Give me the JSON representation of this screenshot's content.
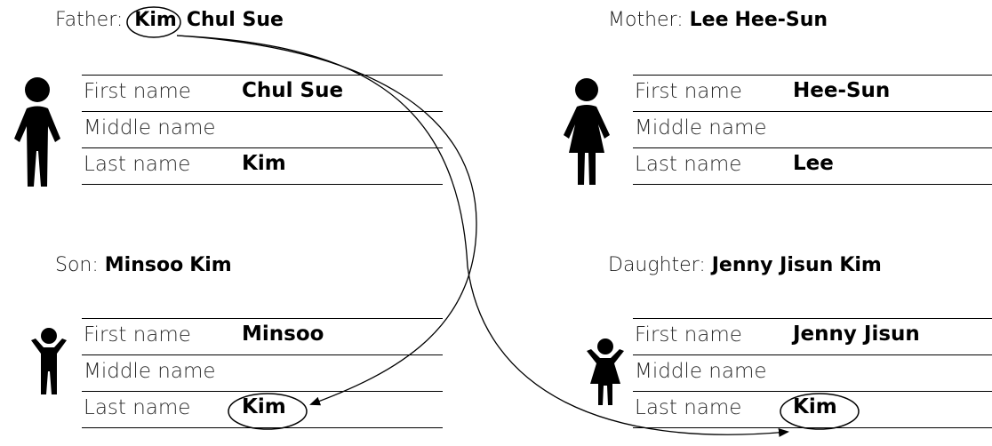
{
  "labels": {
    "first": "First name",
    "middle": "Middle name",
    "last": "Last name"
  },
  "father": {
    "prefix": "Father:",
    "family": "Kim",
    "given": "Chul Sue",
    "first": "Chul Sue",
    "middle": "",
    "last": "Kim"
  },
  "mother": {
    "prefix": "Mother:",
    "family": "Lee",
    "given": "Hee-Sun",
    "first": "Hee-Sun",
    "middle": "",
    "last": "Lee"
  },
  "son": {
    "prefix": "Son:",
    "given": "Minsoo",
    "family": "Kim",
    "first": "Minsoo",
    "middle": "",
    "last": "Kim"
  },
  "daughter": {
    "prefix": "Daughter:",
    "given": "Jenny Jisun",
    "family": "Kim",
    "first": "Jenny Jisun",
    "middle": "",
    "last": "Kim"
  },
  "icons": {
    "man": "man-icon",
    "woman": "woman-icon",
    "boy": "boy-icon",
    "girl": "girl-icon"
  }
}
